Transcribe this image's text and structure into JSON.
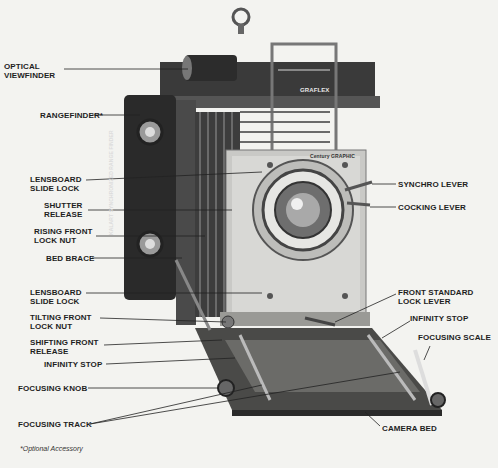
{
  "diagram": {
    "caption": "*Optional Accessory",
    "labels": [
      "OPTICAL VIEWFINDER",
      "RANGEFINDER*",
      "LENSBOARD SLIDE LOCK",
      "SHUTTER RELEASE",
      "RISING FRONT LOCK NUT",
      "BED BRACE",
      "LENSBOARD SLIDE LOCK",
      "TILTING FRONT LOCK NUT",
      "SHIFTING FRONT RELEASE",
      "INFINITY STOP",
      "FOCUSING KNOB",
      "FOCUSING TRACK",
      "SYNCHRO LEVER",
      "COCKING LEVER",
      "FRONT STANDARD LOCK LEVER",
      "INFINITY STOP",
      "FOCUSING SCALE",
      "CAMERA BED",
      "GRAFLEX",
      "Century GRAPHIC",
      "KALART SYNCHRONIZED RANGE FINDER"
    ]
  }
}
